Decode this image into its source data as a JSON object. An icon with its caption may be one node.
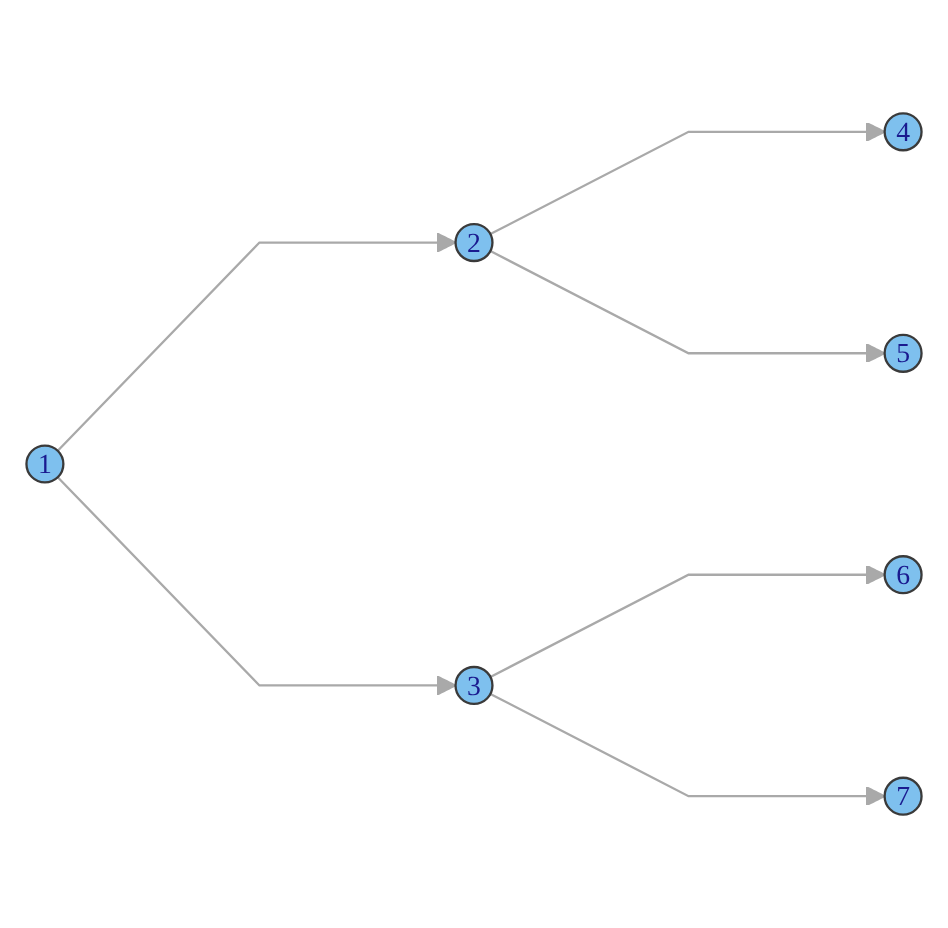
{
  "diagram": {
    "nodes": [
      {
        "text": [
          "1"
        ]
      },
      {
        "text": [
          "2"
        ]
      },
      {
        "text": [
          "3"
        ]
      },
      {
        "text": [
          "4"
        ]
      },
      {
        "text": [
          "5"
        ]
      },
      {
        "text": [
          "6"
        ]
      },
      {
        "text": [
          "7"
        ]
      }
    ],
    "edges": [
      {
        "from": 0,
        "to": 1,
        "arrow": "to"
      },
      {
        "from": 0,
        "to": 2,
        "arrow": "to"
      },
      {
        "from": 1,
        "to": 3,
        "arrow": "to"
      },
      {
        "from": 1,
        "to": 4,
        "arrow": "to"
      },
      {
        "from": 2,
        "to": 5,
        "arrow": "to"
      },
      {
        "from": 2,
        "to": 6,
        "arrow": "to"
      }
    ]
  }
}
